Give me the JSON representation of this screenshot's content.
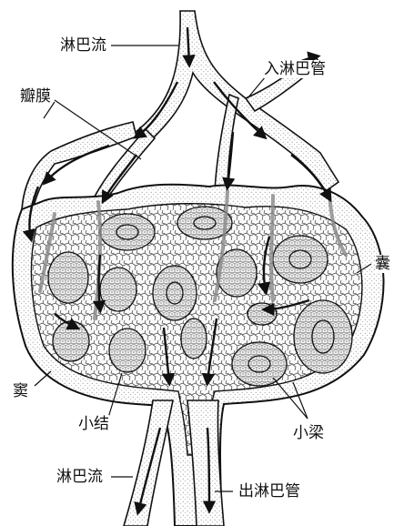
{
  "labels": {
    "lymph_flow_top": "淋巴流",
    "afferent_vessel": "入淋巴管",
    "valve": "瓣膜",
    "capsule": "囊",
    "sinus": "窦",
    "nodule": "小结",
    "trabecula": "小梁",
    "lymph_flow_bottom": "淋巴流",
    "efferent_vessel": "出淋巴管"
  },
  "colors": {
    "ink": "#111111",
    "stipple": "#8a8a8a",
    "background": "#ffffff"
  }
}
